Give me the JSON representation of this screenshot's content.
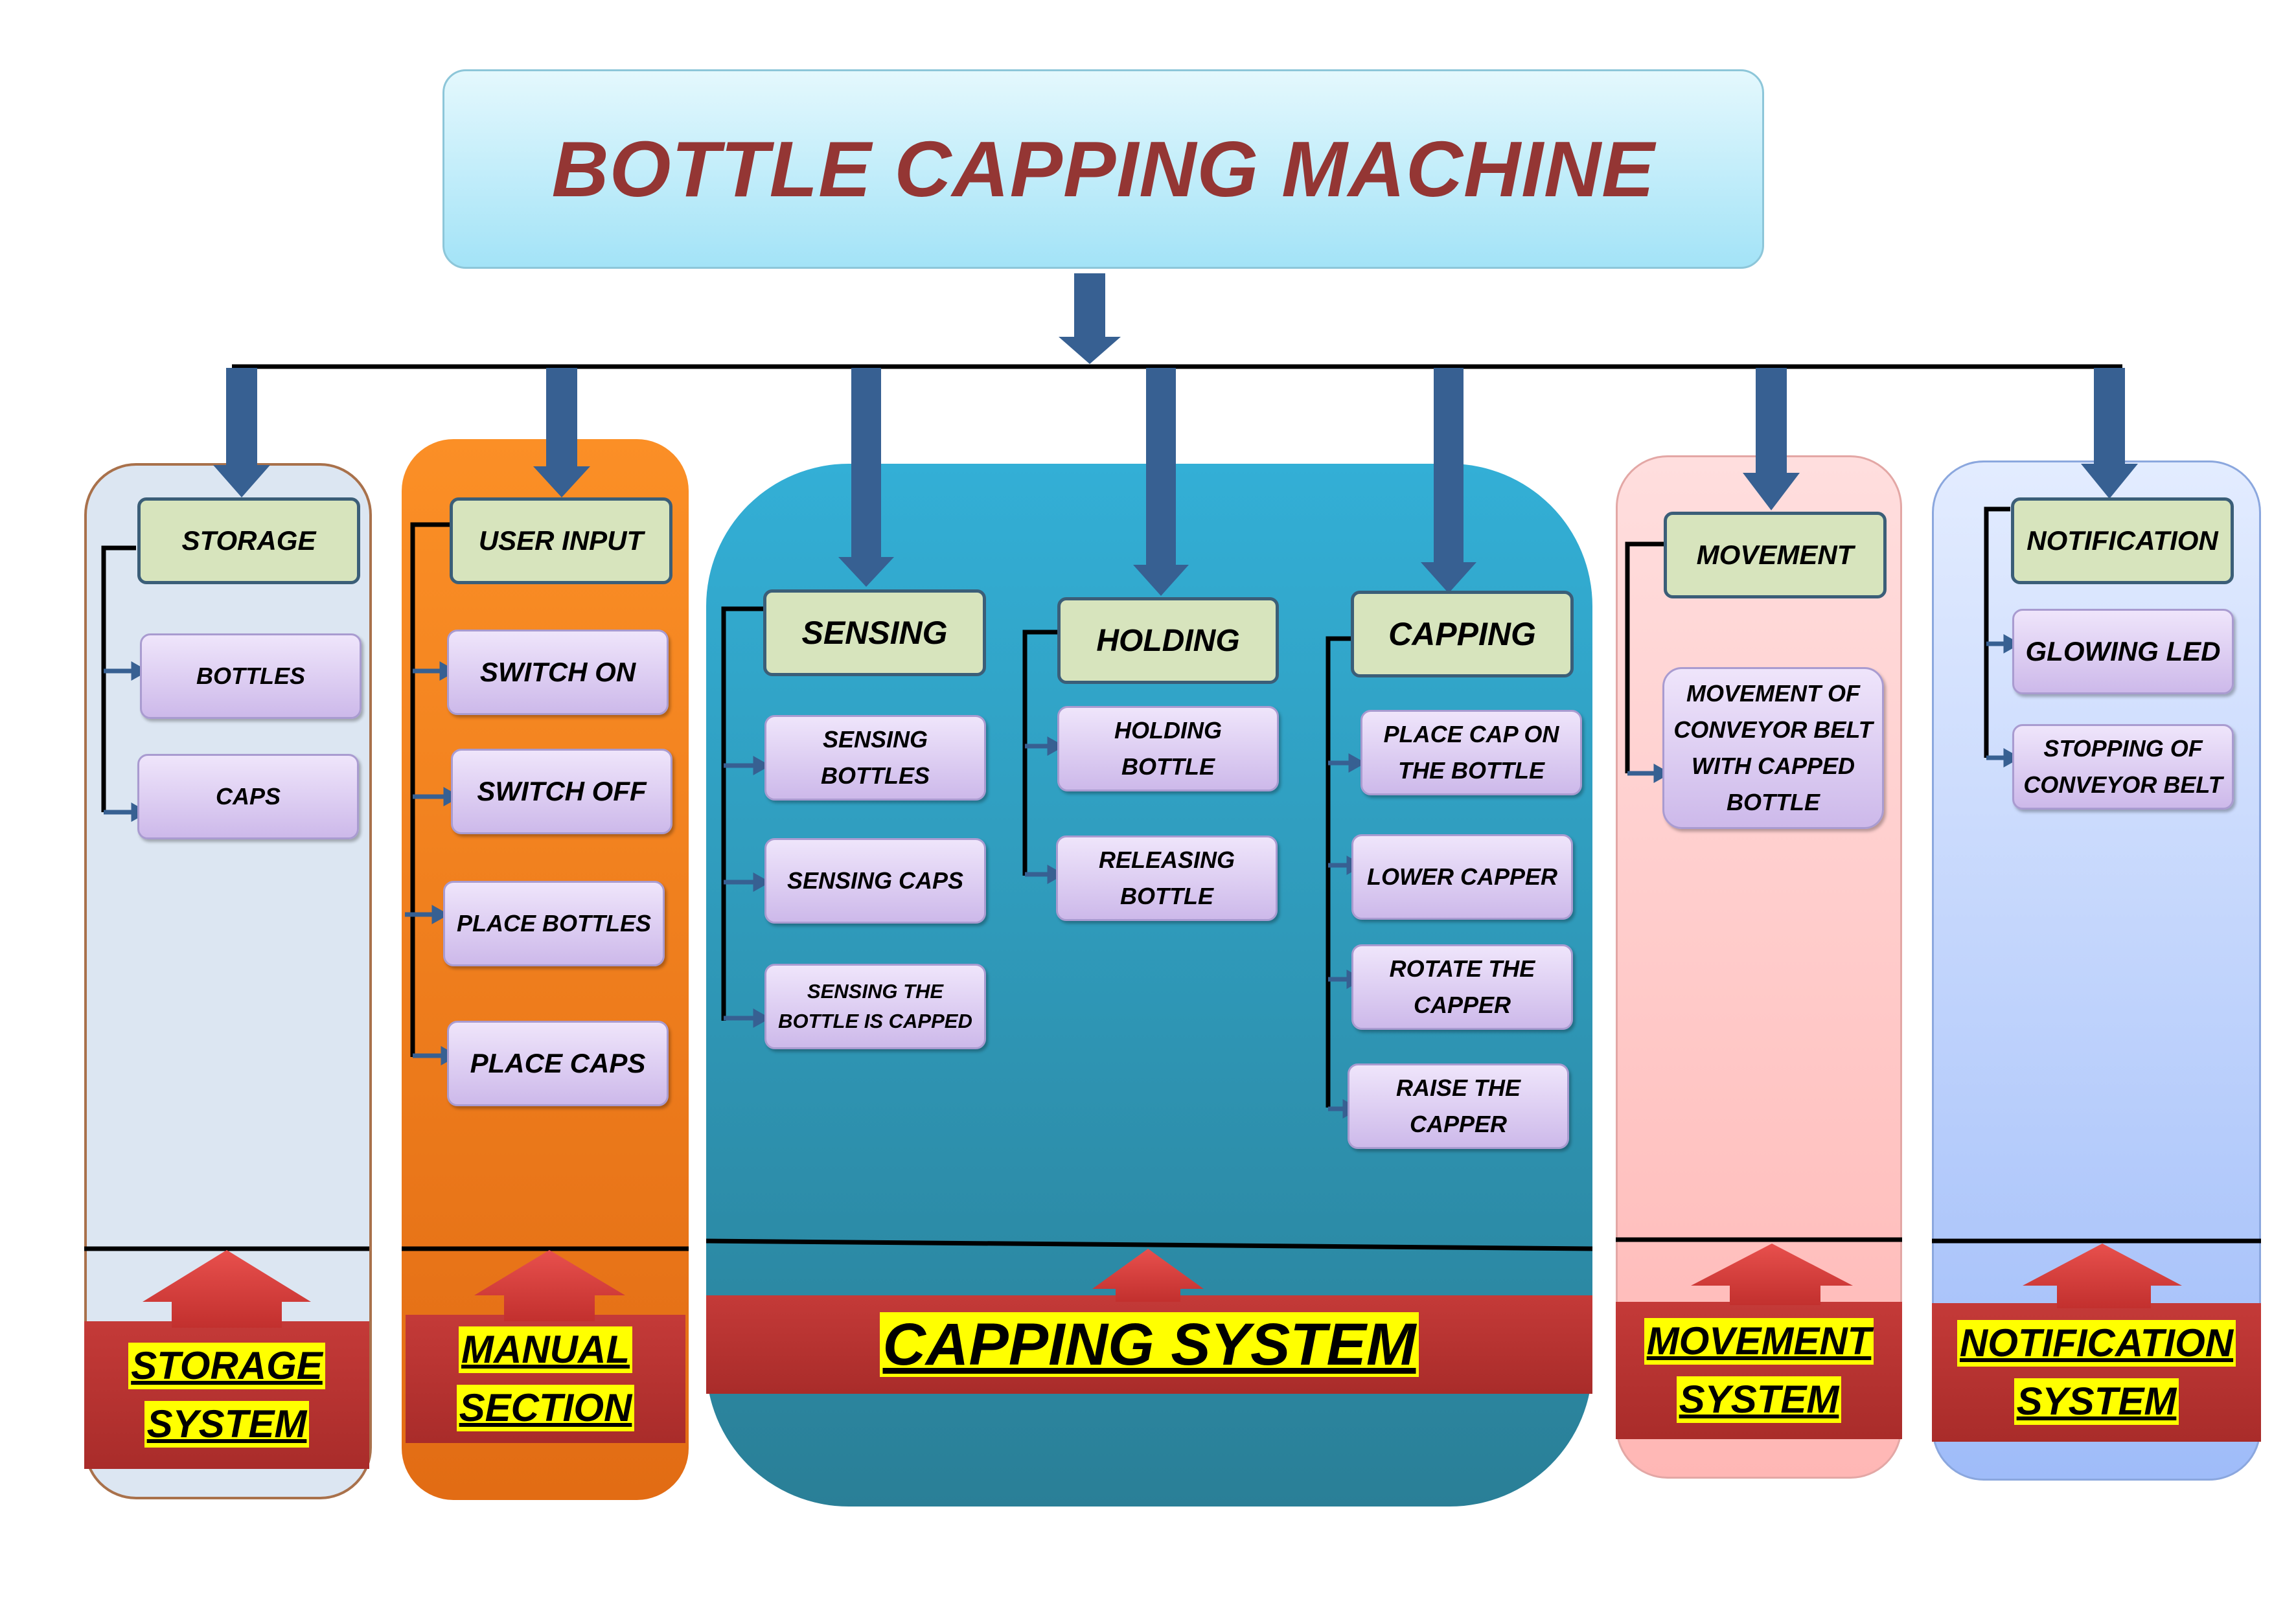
{
  "title": "BOTTLE CAPPING MACHINE",
  "colors": {
    "title_text": "#943634",
    "main_arrow": "#376092",
    "header_border": "#3b5e78",
    "header_fill": "#d7e4bd",
    "base_red": "#c0392b",
    "label_highlight": "#ffff00"
  },
  "columns": {
    "storage": {
      "header": "STORAGE",
      "items": [
        "BOTTLES",
        "CAPS"
      ],
      "base_line1": "STORAGE",
      "base_line2": "SYSTEM"
    },
    "manual": {
      "header": "USER INPUT",
      "items": [
        "SWITCH ON",
        "SWITCH OFF",
        "PLACE  BOTTLES",
        "PLACE CAPS"
      ],
      "base_line1": "MANUAL",
      "base_line2": "SECTION"
    },
    "capping": {
      "base_label": "CAPPING SYSTEM",
      "sensing": {
        "header": "SENSING",
        "items": [
          "SENSING BOTTLES",
          "SENSING CAPS",
          "SENSING THE BOTTLE IS CAPPED"
        ]
      },
      "holding": {
        "header": "HOLDING",
        "items": [
          "HOLDING BOTTLE",
          "RELEASING BOTTLE"
        ]
      },
      "capping_group": {
        "header": "CAPPING",
        "items": [
          "PLACE CAP ON THE BOTTLE",
          "LOWER CAPPER",
          "ROTATE THE CAPPER",
          "RAISE THE CAPPER"
        ]
      }
    },
    "movement": {
      "header": "MOVEMENT",
      "items": [
        "MOVEMENT OF CONVEYOR BELT WITH CAPPED BOTTLE"
      ],
      "base_line1": "MOVEMENT",
      "base_line2": "SYSTEM"
    },
    "notification": {
      "header": "NOTIFICATION",
      "items": [
        "GLOWING LED",
        "STOPPING OF CONVEYOR BELT"
      ],
      "base_line1": "NOTIFICATION",
      "base_line2": "SYSTEM"
    }
  }
}
